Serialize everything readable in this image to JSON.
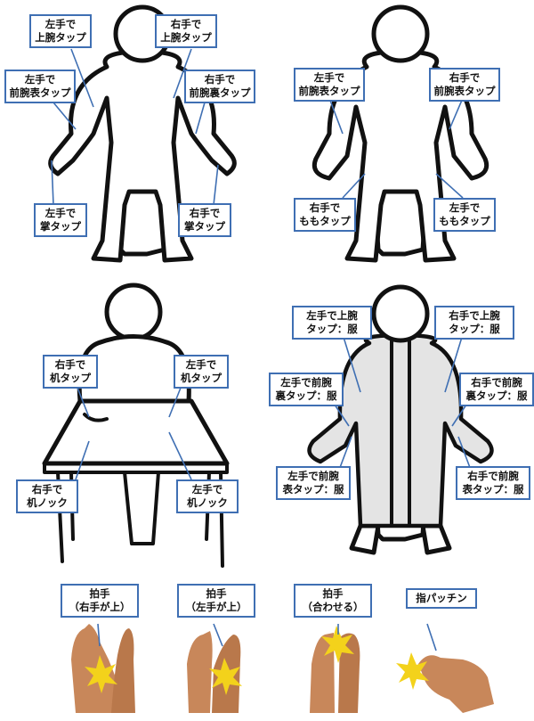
{
  "panels": {
    "top_left": {
      "labels": [
        [
          "左手で",
          "上腕タップ"
        ],
        [
          "右手で",
          "上腕タップ"
        ],
        [
          "左手で",
          "前腕表タップ"
        ],
        [
          "右手で",
          "前腕裏タップ"
        ],
        [
          "左手で",
          "掌タップ"
        ],
        [
          "右手で",
          "掌タップ"
        ]
      ]
    },
    "top_right": {
      "labels": [
        [
          "左手で",
          "前腕表タップ"
        ],
        [
          "右手で",
          "前腕表タップ"
        ],
        [
          "右手で",
          "ももタップ"
        ],
        [
          "左手で",
          "ももタップ"
        ]
      ]
    },
    "mid_left": {
      "labels": [
        [
          "右手で",
          "机タップ"
        ],
        [
          "左手で",
          "机タップ"
        ],
        [
          "右手で",
          "机ノック"
        ],
        [
          "左手で",
          "机ノック"
        ]
      ]
    },
    "mid_right": {
      "labels": [
        [
          "左手で上腕",
          "タップ：服"
        ],
        [
          "右手で上腕",
          "タップ：服"
        ],
        [
          "左手で前腕",
          "裏タップ：服"
        ],
        [
          "右手で前腕",
          "裏タップ：服"
        ],
        [
          "左手で前腕",
          "表タップ：服"
        ],
        [
          "右手で前腕",
          "表タップ：服"
        ]
      ]
    },
    "bottom": {
      "labels": [
        [
          "拍手",
          "（右手が上）"
        ],
        [
          "拍手",
          "（左手が上）"
        ],
        [
          "拍手",
          "（合わせる）"
        ],
        [
          "指パッチン"
        ]
      ]
    }
  },
  "colors": {
    "label_border": "#3f6fb3",
    "outline": "#111111",
    "skin": "#c8875a",
    "spark": "#f3d21b"
  }
}
